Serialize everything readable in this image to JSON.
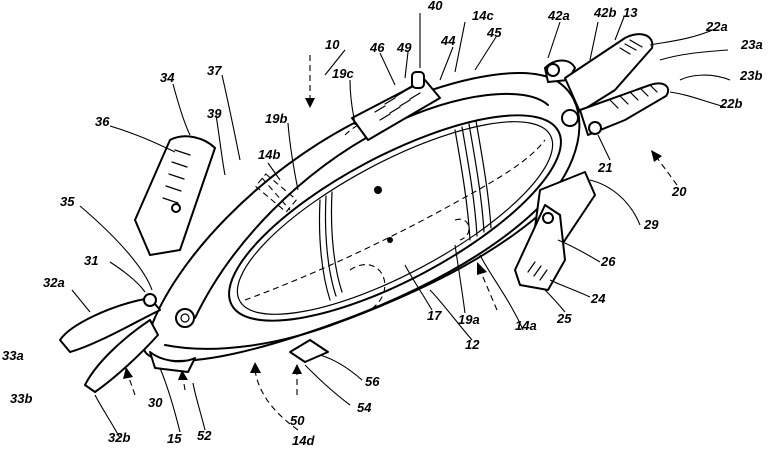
{
  "figure": {
    "labels": [
      {
        "id": "l40",
        "text": "40"
      },
      {
        "id": "l14c",
        "text": "14c"
      },
      {
        "id": "l42a",
        "text": "42a"
      },
      {
        "id": "l42b",
        "text": "42b"
      },
      {
        "id": "l13",
        "text": "13"
      },
      {
        "id": "l22a",
        "text": "22a"
      },
      {
        "id": "l23a",
        "text": "23a"
      },
      {
        "id": "l23b",
        "text": "23b"
      },
      {
        "id": "l22b",
        "text": "22b"
      },
      {
        "id": "l10",
        "text": "10"
      },
      {
        "id": "l46",
        "text": "46"
      },
      {
        "id": "l49",
        "text": "49"
      },
      {
        "id": "l44",
        "text": "44"
      },
      {
        "id": "l45",
        "text": "45"
      },
      {
        "id": "l34",
        "text": "34"
      },
      {
        "id": "l37",
        "text": "37"
      },
      {
        "id": "l19c",
        "text": "19c"
      },
      {
        "id": "l36",
        "text": "36"
      },
      {
        "id": "l39",
        "text": "39"
      },
      {
        "id": "l19b",
        "text": "19b"
      },
      {
        "id": "l21",
        "text": "21"
      },
      {
        "id": "l20",
        "text": "20"
      },
      {
        "id": "l14b",
        "text": "14b"
      },
      {
        "id": "l29",
        "text": "29"
      },
      {
        "id": "l35",
        "text": "35"
      },
      {
        "id": "l26",
        "text": "26"
      },
      {
        "id": "l31",
        "text": "31"
      },
      {
        "id": "l32a",
        "text": "32a"
      },
      {
        "id": "l24",
        "text": "24"
      },
      {
        "id": "l25",
        "text": "25"
      },
      {
        "id": "l17",
        "text": "17"
      },
      {
        "id": "l19a",
        "text": "19a"
      },
      {
        "id": "l14a",
        "text": "14a"
      },
      {
        "id": "l12",
        "text": "12"
      },
      {
        "id": "l33a",
        "text": "33a"
      },
      {
        "id": "l56",
        "text": "56"
      },
      {
        "id": "l33b",
        "text": "33b"
      },
      {
        "id": "l30",
        "text": "30"
      },
      {
        "id": "l54",
        "text": "54"
      },
      {
        "id": "l50",
        "text": "50"
      },
      {
        "id": "l32b",
        "text": "32b"
      },
      {
        "id": "l15",
        "text": "15"
      },
      {
        "id": "l52",
        "text": "52"
      },
      {
        "id": "l14d",
        "text": "14d"
      }
    ]
  }
}
